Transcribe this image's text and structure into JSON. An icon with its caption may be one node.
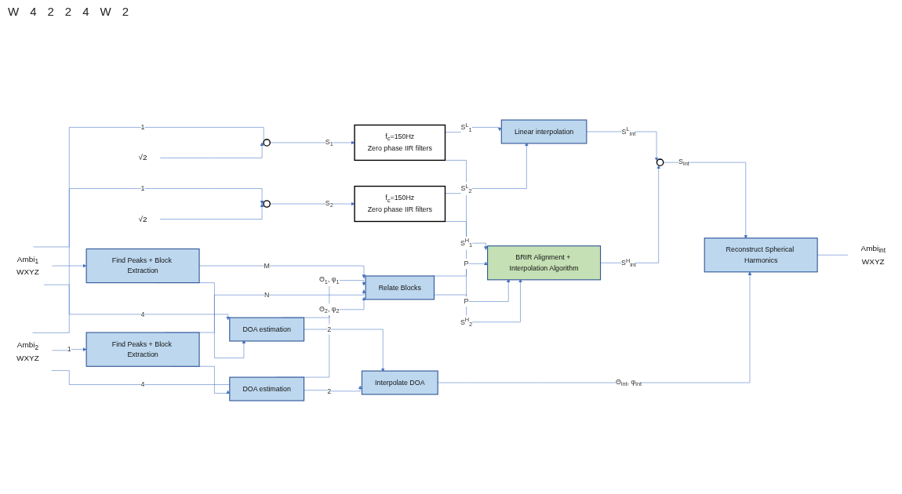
{
  "diagram": {
    "nodes": [
      {
        "text": [
          "Ambi$_{1}$",
          "WXYZ"
        ]
      },
      {
        "text": [],
        "shape": "circle"
      },
      {
        "text": [
          "√2"
        ]
      },
      {
        "text": [
          "f$_{c}$=150Hz",
          "Zero phase IIR filters"
        ]
      },
      {
        "text": [
          "Linear interpolation"
        ]
      },
      {
        "text": [
          "Find Peaks + Block Extraction"
        ]
      },
      {
        "text": [
          "DOA estimation"
        ]
      },
      {
        "text": [],
        "shape": "circle"
      },
      {
        "text": [
          "Relate Blocks"
        ]
      },
      {
        "text": [
          "BRIR Alignment + Interpolation Algorithm"
        ]
      },
      {
        "text": [
          "Reconstruct Spherical Harmonics"
        ]
      },
      {
        "text": [
          "Ambi$_{int}$",
          "WXYZ"
        ]
      },
      {
        "text": [
          "Ambi$_{2}$",
          "WXYZ"
        ]
      },
      {
        "text": [
          "DOA estimation"
        ]
      },
      {
        "text": [
          "Find Peaks + Block Extraction"
        ]
      },
      {
        "text": [
          "Interpolate DOA"
        ]
      },
      {
        "text": [
          "f$_{c}$=150Hz",
          "Zero phase IIR filters"
        ]
      },
      {
        "text": [],
        "shape": "circle"
      },
      {
        "text": [
          "√2"
        ]
      }
    ],
    "edges": [
      {
        "from": 0,
        "to": 1,
        "arrow": "none",
        "label": "1"
      },
      {
        "from": 0,
        "to": 5,
        "arrow": "to"
      },
      {
        "from": 0,
        "to": 6,
        "arrow": "to",
        "label": "4"
      },
      {
        "from": 2,
        "to": 1,
        "arrow": "to"
      },
      {
        "from": 1,
        "to": 3,
        "arrow": "to",
        "label": "S$_{1}$"
      },
      {
        "from": 3,
        "to": 4,
        "arrow": "to",
        "label": "S$^{L}$$_{1}$"
      },
      {
        "from": 3,
        "to": 9,
        "arrow": "to",
        "label": "S$^{H}$$_{1}$"
      },
      {
        "from": 5,
        "to": 6,
        "arrow": "to"
      },
      {
        "from": 5,
        "to": 8,
        "arrow": "to",
        "label": "M"
      },
      {
        "from": 6,
        "to": 8,
        "arrow": "to",
        "label": "Θ$_{1}$, φ$_{1}$"
      },
      {
        "from": 6,
        "to": 15,
        "arrow": "to",
        "label": "2"
      },
      {
        "from": 8,
        "to": 9,
        "arrow": "to",
        "label": "P"
      },
      {
        "from": 8,
        "to": 9,
        "arrow": "to",
        "label": "P"
      },
      {
        "from": 4,
        "to": 7,
        "arrow": "to",
        "label": "S$^{L}$$_{int}$"
      },
      {
        "from": 9,
        "to": 7,
        "arrow": "to",
        "label": "S$^{H}$$_{int}$"
      },
      {
        "from": 7,
        "to": 10,
        "arrow": "to",
        "label": "S$_{int}$"
      },
      {
        "from": 10,
        "to": 11,
        "arrow": "none"
      },
      {
        "from": 12,
        "to": 13,
        "arrow": "none",
        "label": "4"
      },
      {
        "from": 12,
        "to": 14,
        "arrow": "to",
        "label": "1"
      },
      {
        "from": 12,
        "to": 17,
        "arrow": "to",
        "label": "1"
      },
      {
        "from": 14,
        "to": 13,
        "arrow": "to"
      },
      {
        "from": 14,
        "to": 8,
        "arrow": "to",
        "label": "N"
      },
      {
        "from": 13,
        "to": 8,
        "arrow": "to",
        "label": "Θ$_{2}$, φ$_{2}$"
      },
      {
        "from": 13,
        "to": 15,
        "arrow": "to",
        "label": "2"
      },
      {
        "from": 15,
        "to": 10,
        "arrow": "to",
        "label": "Θ$_{int}$, φ$_{int}$"
      },
      {
        "from": 18,
        "to": 17,
        "arrow": "to"
      },
      {
        "from": 17,
        "to": 16,
        "arrow": "to",
        "label": "S$_{2}$"
      },
      {
        "from": 16,
        "to": 4,
        "arrow": "to",
        "label": "S$^{L}$$_{2}$"
      },
      {
        "from": 16,
        "to": 9,
        "arrow": "to",
        "label": "S$^{H}$$_{2}$"
      }
    ],
    "labels": [
      "W",
      "4",
      "2",
      "2",
      "4",
      "W",
      "2"
    ]
  }
}
